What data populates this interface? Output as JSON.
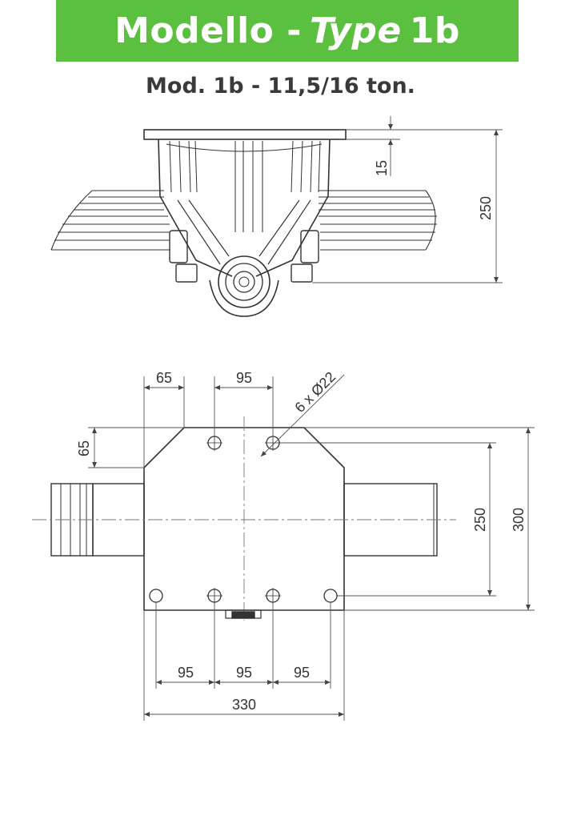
{
  "header": {
    "title_prefix": "Modello -",
    "title_italic": "Type",
    "title_suffix": "1b",
    "accent_color": "#5bbf40"
  },
  "subtitle": "Mod. 1b - 11,5/16 ton.",
  "side_view": {
    "dim_thickness": "15",
    "dim_height": "250"
  },
  "plan_view": {
    "dim_top_left": "65",
    "dim_top_spacing": "95",
    "dim_hole_callout": "6 x Ø22",
    "dim_left_offset": "65",
    "dim_hole_span": "250",
    "dim_plate_height": "300",
    "dim_bottom_1": "95",
    "dim_bottom_2": "95",
    "dim_bottom_3": "95",
    "dim_plate_width": "330"
  }
}
